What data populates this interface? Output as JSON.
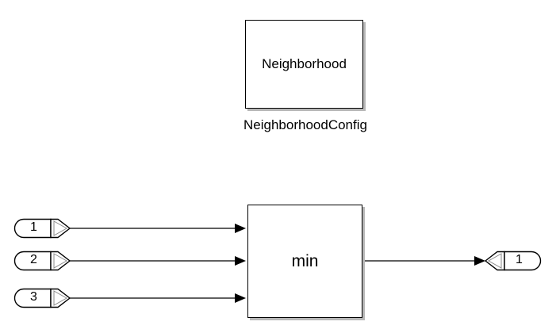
{
  "blocks": {
    "neighborhood_label": "Neighborhood",
    "neighborhood_caption": "NeighborhoodConfig",
    "min_label": "min"
  },
  "inports": [
    "1",
    "2",
    "3"
  ],
  "outports": [
    "1"
  ]
}
